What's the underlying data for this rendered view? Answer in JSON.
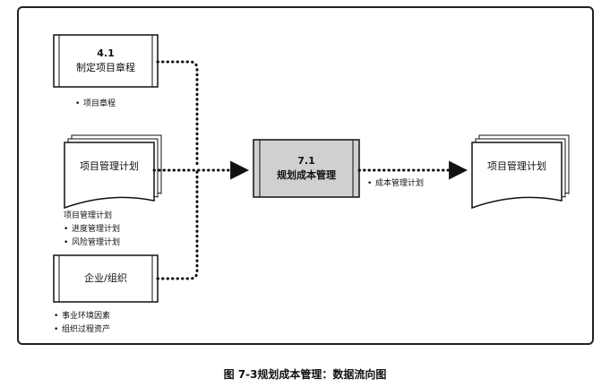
{
  "input_process": {
    "number": "4.1",
    "name": "制定项目章程"
  },
  "input_process_outputs": [
    "项目章程"
  ],
  "plan_doc": {
    "name": "项目管理计划"
  },
  "plan_doc_note": {
    "title": "项目管理计划",
    "items": [
      "进度管理计划",
      "风险管理计划"
    ]
  },
  "enterprise": {
    "name": "企业/组织"
  },
  "enterprise_items": [
    "事业环境因素",
    "组织过程资产"
  ],
  "main_process": {
    "number": "7.1",
    "name": "规划成本管理"
  },
  "main_output_items": [
    "成本管理计划"
  ],
  "output_doc": {
    "name": "项目管理计划"
  },
  "caption": "图 7-3规划成本管理：数据流向图",
  "colors": {
    "main_process_fill": "#d0d0d0",
    "line": "#111111"
  }
}
